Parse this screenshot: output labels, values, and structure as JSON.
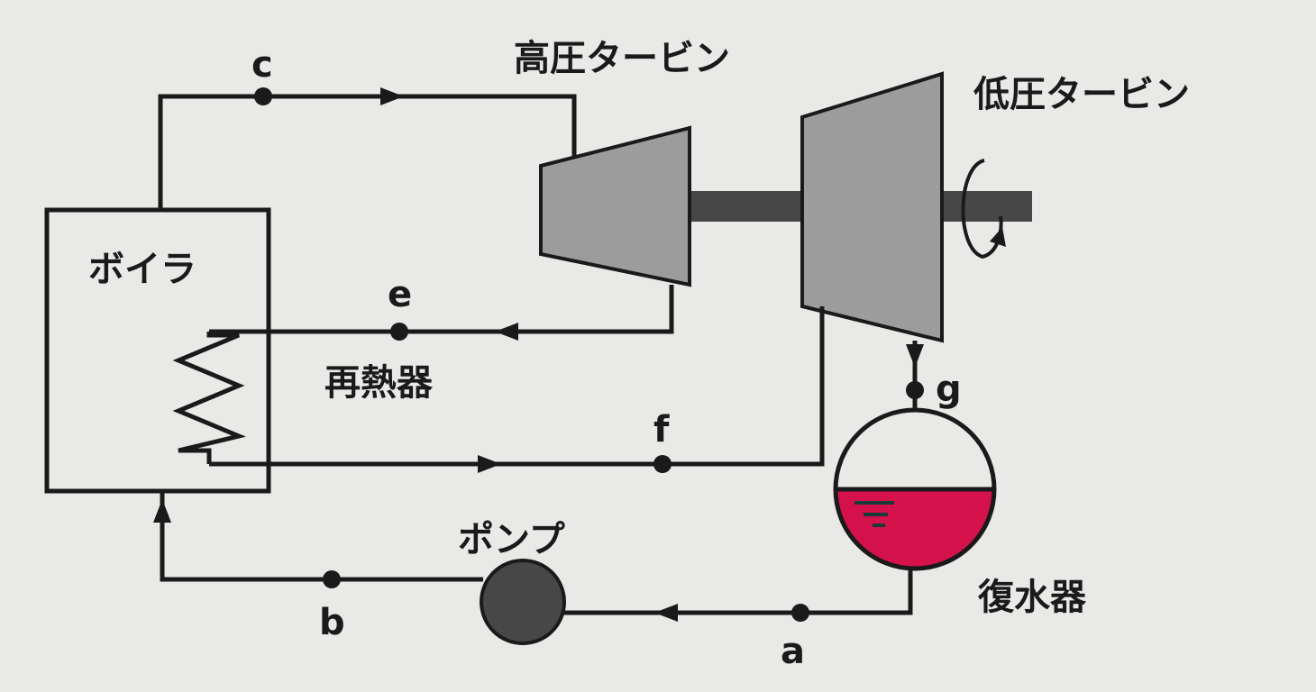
{
  "title": "Reheat Rankine cycle",
  "labels": {
    "boiler": "ボイラ",
    "reheater": "再熱器",
    "hp_turbine": "高圧タービン",
    "lp_turbine": "低圧タービン",
    "condenser": "復水器",
    "pump": "ポンプ"
  },
  "points": {
    "a": "a",
    "b": "b",
    "c": "c",
    "e": "e",
    "f": "f",
    "g": "g"
  },
  "colors": {
    "background": "#e9e9e7",
    "turbine": "#9c9c9c",
    "shaft": "#474747",
    "pump": "#474747",
    "water": "#d4114a",
    "line": "#1a1a1a"
  }
}
